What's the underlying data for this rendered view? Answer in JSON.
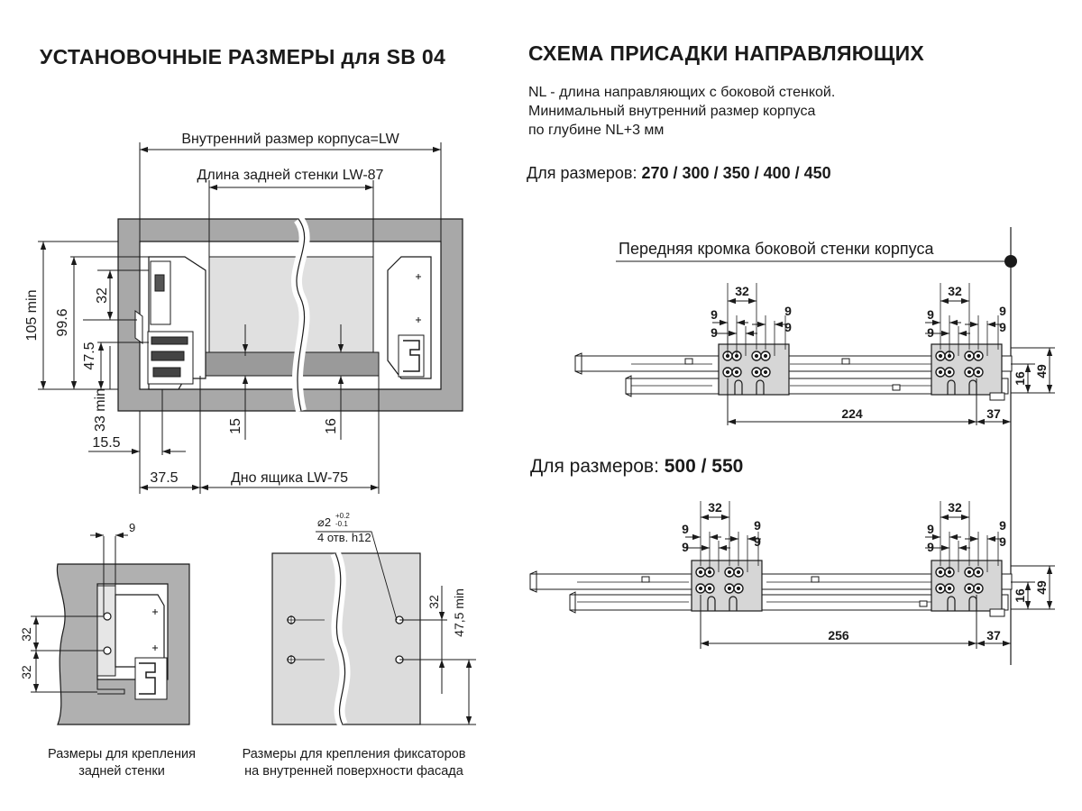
{
  "left": {
    "title": "УСТАНОВОЧНЫЕ РАЗМЕРЫ для SB 04",
    "dims": {
      "inner_width": "Внутренний размер корпуса=LW",
      "back_wall": "Длина задней стенки  LW-87",
      "bottom": "Дно ящика  LW-75",
      "h105": "105 min",
      "h996": "99.6",
      "h475": "47.5",
      "h32": "32",
      "h33": "33 min",
      "w155": "15.5",
      "w375": "37.5",
      "t15": "15",
      "t16": "16"
    }
  },
  "right": {
    "title": "СХЕМА ПРИСАДКИ НАПРАВЛЯЮЩИХ",
    "note_lines": [
      "NL - длина направляющих с боковой стенкой.",
      "Минимальный внутренний размер корпуса",
      "по глубине NL+3 мм"
    ],
    "sizes1": {
      "prefix": "Для размеров: ",
      "values": "270 / 300 / 350 / 400 / 450"
    },
    "sizes2": {
      "prefix": "Для размеров: ",
      "values": "500 / 550"
    },
    "front_edge": "Передняя кромка боковой стенки корпуса",
    "dims": {
      "d32": "32",
      "d9": "9",
      "d224": "224",
      "d256": "256",
      "d37": "37",
      "d16": "16",
      "d49": "49"
    }
  },
  "bottom_left": {
    "d9": "9",
    "d32": "32",
    "caption": [
      "Размеры  для крепления",
      "задней стенки"
    ]
  },
  "bottom_mid": {
    "hole_dia": "⌀2",
    "tol_up": "+0.2",
    "tol_down": "-0.1",
    "holes": "4 отв. h12",
    "d32": "32",
    "d475": "47,5 min",
    "caption": [
      "Размеры для крепления фиксаторов",
      "на внутренней поверхности фасада"
    ]
  }
}
